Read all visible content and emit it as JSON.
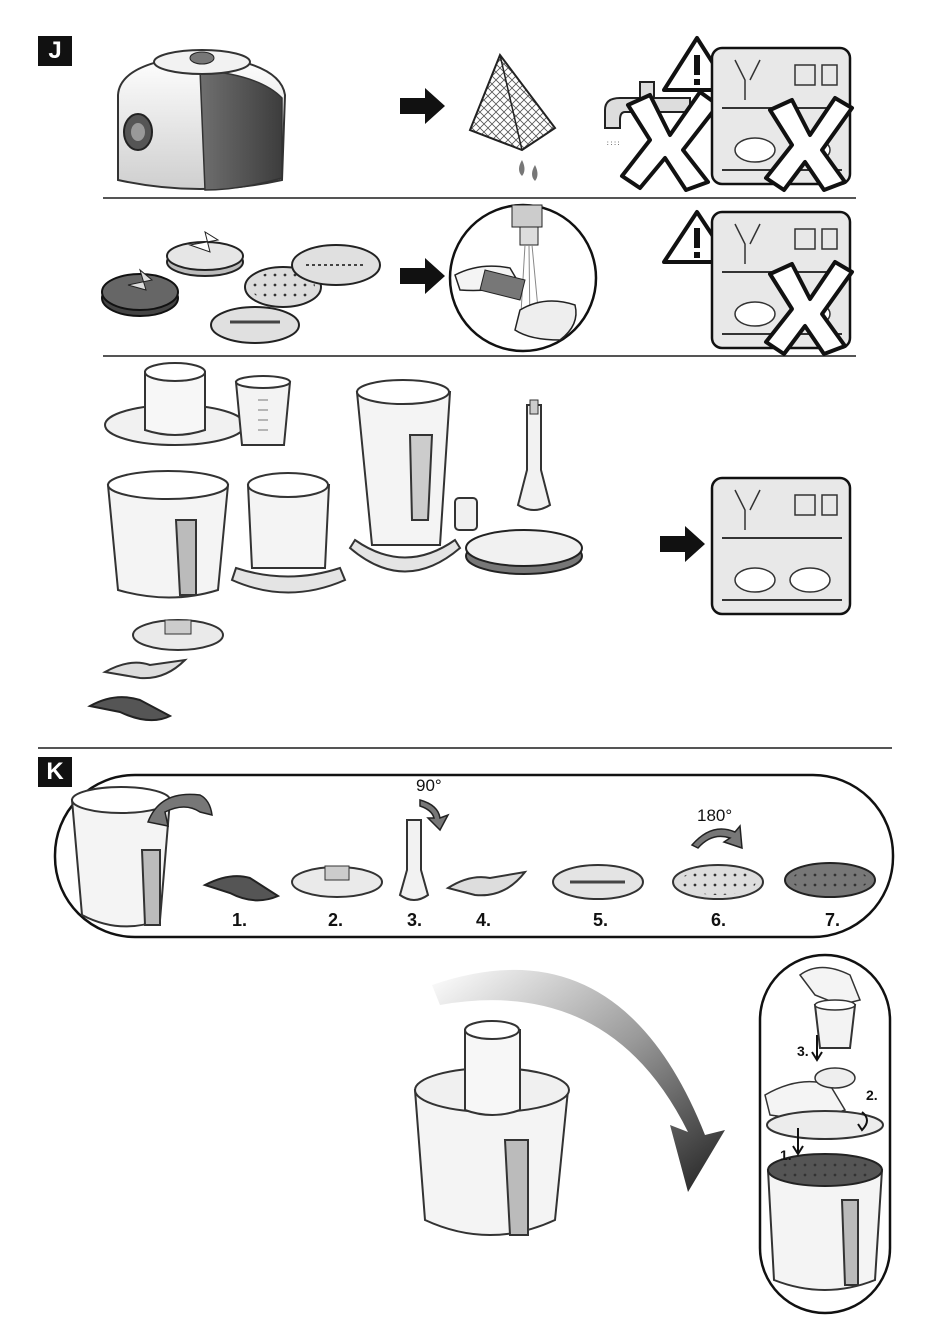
{
  "sections": {
    "j": {
      "label": "J"
    },
    "k": {
      "label": "K"
    }
  },
  "k_steps": [
    "1.",
    "2.",
    "3.",
    "4.",
    "5.",
    "6.",
    "7."
  ],
  "rotations": {
    "first": "90°",
    "second": "180°"
  },
  "assembly_steps": [
    "1.",
    "2.",
    "3."
  ],
  "icons": [
    "base-unit",
    "damp-cloth",
    "water-tap",
    "dishwasher",
    "warning-triangle",
    "cross-mark",
    "arrow-right",
    "brush-rinse",
    "rotate-arrow"
  ],
  "colors": {
    "ink": "#222222",
    "badge": "#111111",
    "grey": "#8a8a8a",
    "light": "#e6e6e6"
  }
}
